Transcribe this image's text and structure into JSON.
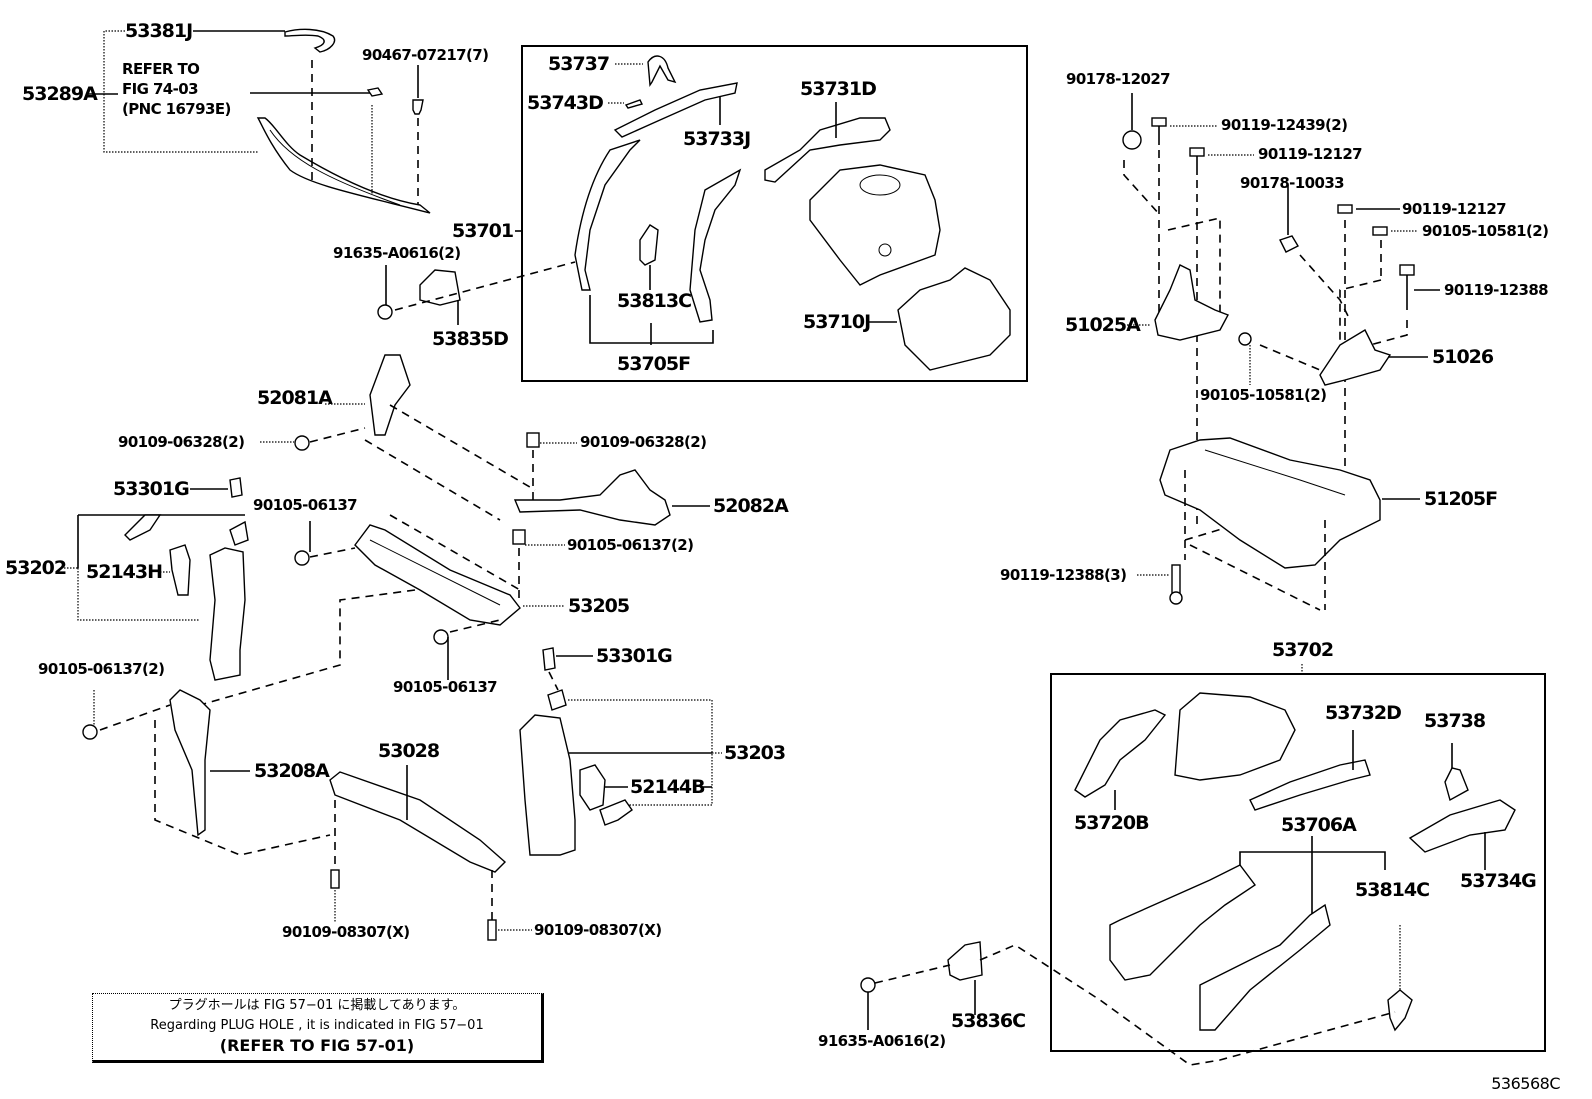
{
  "diagram": {
    "figure_code": "536568C",
    "note": {
      "line_jp": "プラグホールは FIG 57−01 に掲載してあります。",
      "line_en": "Regarding  PLUG  HOLE , it is indicated in FIG 57−01",
      "line_ref": "(REFER  TO  FIG  57-01)"
    },
    "refer_note": {
      "line1": "REFER  TO",
      "line2": "FIG  74-03",
      "line3": "(PNC  16793E)"
    },
    "labels": {
      "p53381J": "53381J",
      "p53289A": "53289A",
      "p90467": "90467-07217(7)",
      "p53737": "53737",
      "p53743D": "53743D",
      "p53733J": "53733J",
      "p53731D": "53731D",
      "p53701": "53701",
      "p91635_top": "91635-A0616(2)",
      "p53835D": "53835D",
      "p53813C": "53813C",
      "p53705F": "53705F",
      "p53710J": "53710J",
      "p90178_12027": "90178-12027",
      "p90119_12439": "90119-12439(2)",
      "p90119_12127_a": "90119-12127",
      "p90178_10033": "90178-10033",
      "p90119_12127_b": "90119-12127",
      "p90105_10581_a": "90105-10581(2)",
      "p90119_12388": "90119-12388",
      "p51025A": "51025A",
      "p51026": "51026",
      "p90105_10581_b": "90105-10581(2)",
      "p51205F": "51205F",
      "p90119_12388_3": "90119-12388(3)",
      "p52081A": "52081A",
      "p90109_06328_a": "90109-06328(2)",
      "p90109_06328_b": "90109-06328(2)",
      "p52082A": "52082A",
      "p53301G_a": "53301G",
      "p90105_06137_a": "90105-06137",
      "p90105_06137_b": "90105-06137(2)",
      "p53202": "53202",
      "p52143H": "52143H",
      "p53205": "53205",
      "p90105_06137_c": "90105-06137",
      "p53301G_b": "53301G",
      "p90105_06137_d": "90105-06137(2)",
      "p53208A": "53208A",
      "p53028": "53028",
      "p53203": "53203",
      "p52144B": "52144B",
      "p90109_08307_a": "90109-08307(X)",
      "p90109_08307_b": "90109-08307(X)",
      "p53702": "53702",
      "p53732D": "53732D",
      "p53738": "53738",
      "p53720B": "53720B",
      "p53706A": "53706A",
      "p53814C": "53814C",
      "p53734G": "53734G",
      "p91635_bot": "91635-A0616(2)",
      "p53836C": "53836C"
    }
  }
}
